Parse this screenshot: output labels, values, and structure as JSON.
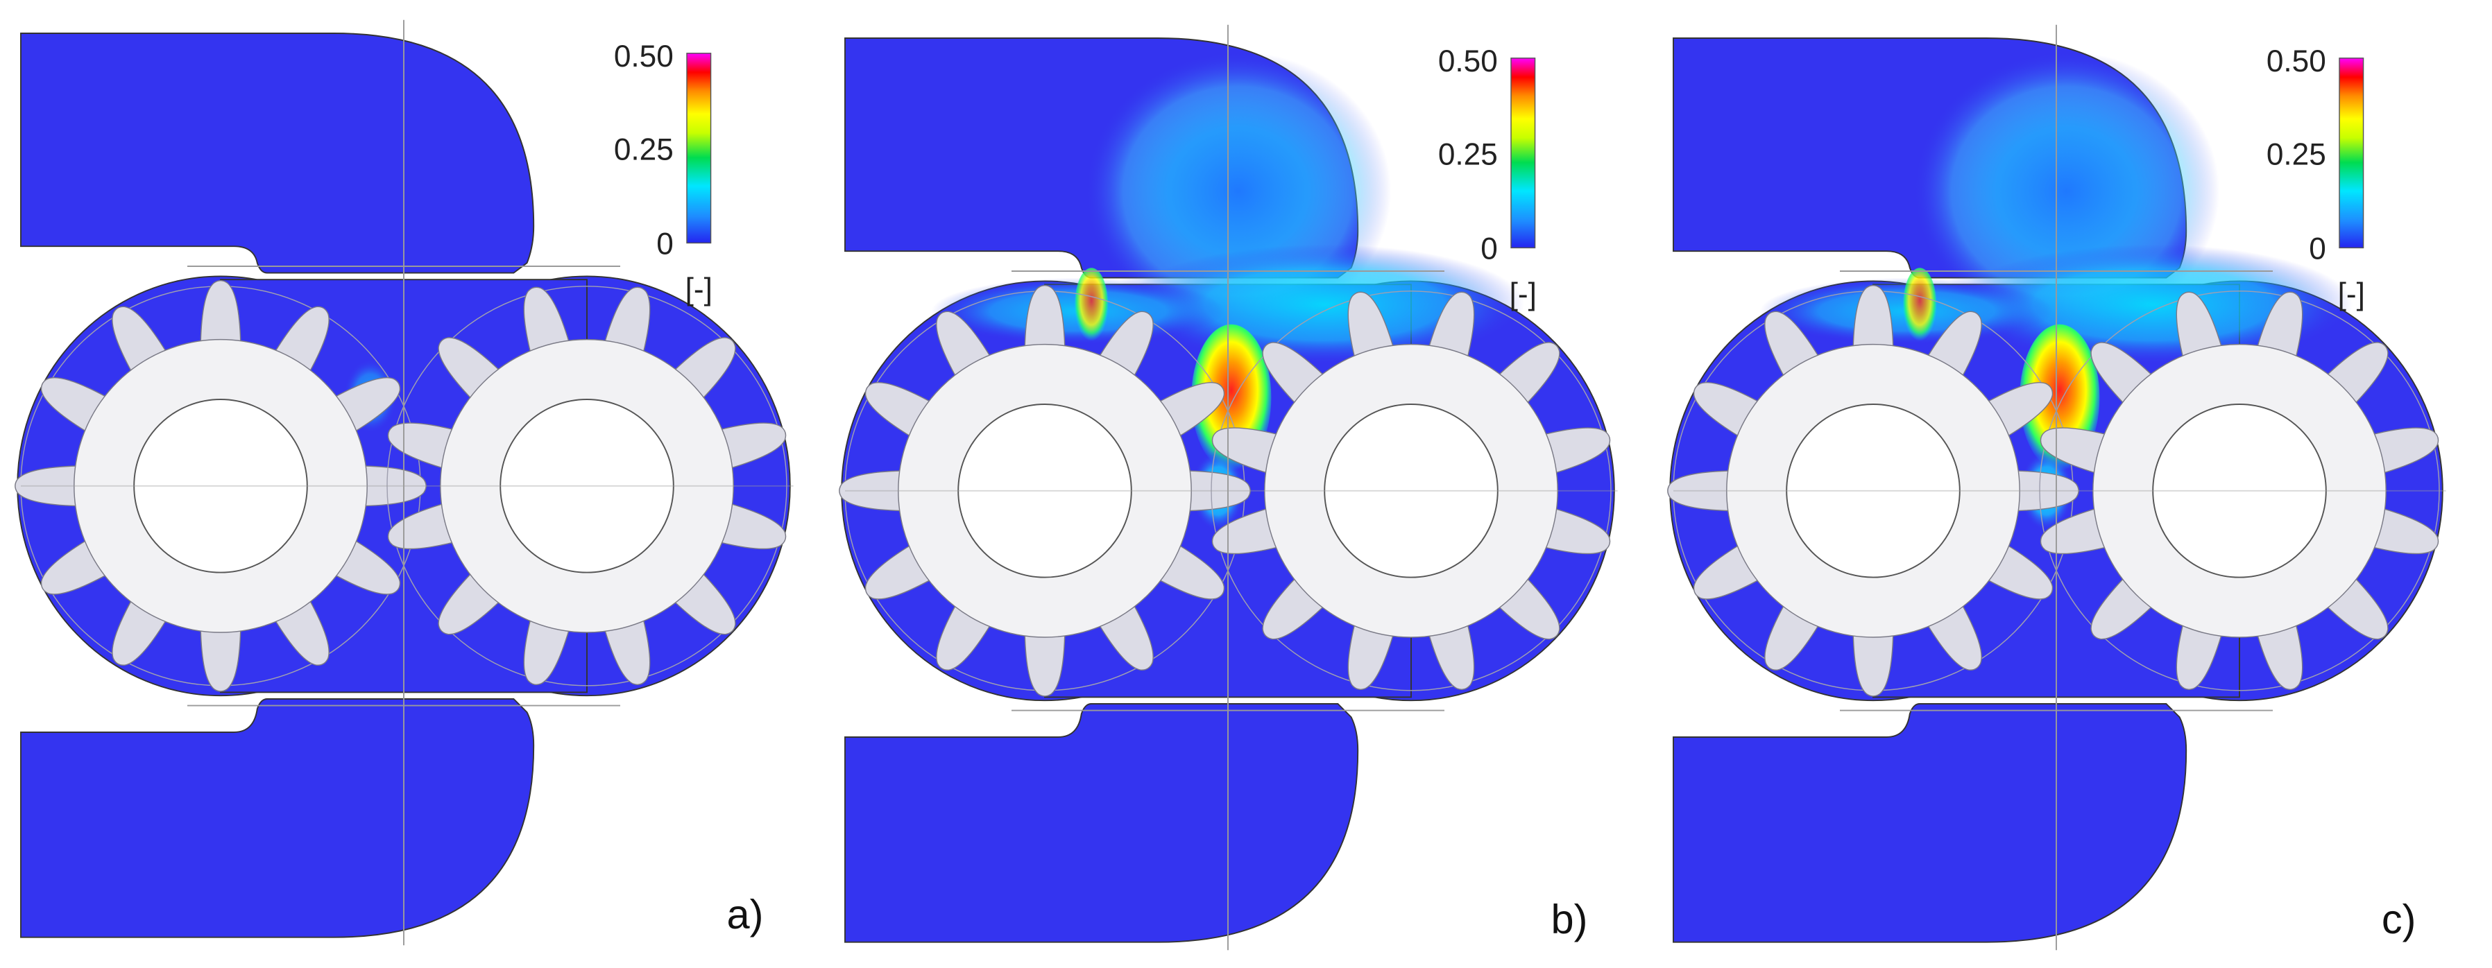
{
  "colorbar": {
    "max_label": "0.50",
    "mid_label": "0.25",
    "min_label": "0",
    "unit_label": "[-]",
    "stops": [
      "#2424f0",
      "#1e8cff",
      "#00e6ff",
      "#00dc50",
      "#c8ff00",
      "#ffff00",
      "#ff8c00",
      "#ff0000",
      "#ff00ff"
    ]
  },
  "colors": {
    "fluid_base": "#3434f0",
    "gear_fill": "#f2f2f4",
    "gear_tooth_shade": "#dcdce6",
    "outline": "#333333",
    "guide_line": "#9a9a9a"
  },
  "panels": [
    {
      "label": "a)",
      "field_level": 0.05
    },
    {
      "label": "b)",
      "field_level": 0.5
    },
    {
      "label": "c)",
      "field_level": 0.5
    }
  ]
}
